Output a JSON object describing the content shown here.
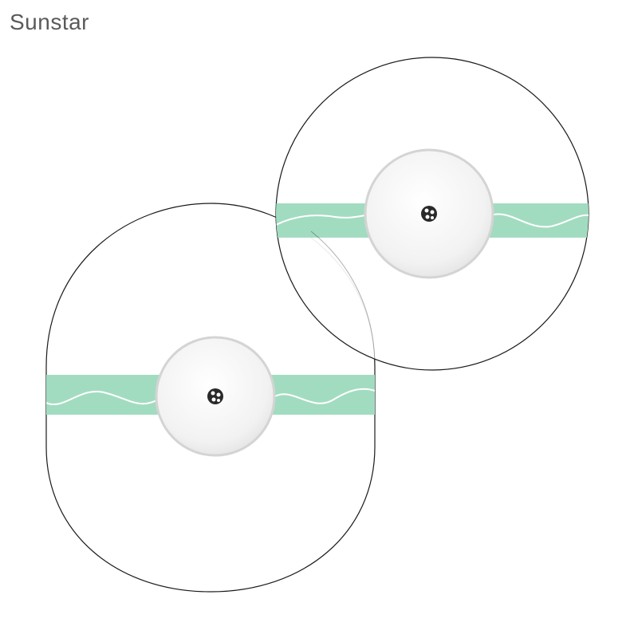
{
  "brand": {
    "watermark": "Sunstar"
  },
  "colors": {
    "background": "#ffffff",
    "patch_outline": "#1a1a1a",
    "tape_band": "#a2dcc0",
    "tape_wave": "#ffffff",
    "sensor_body": "#f2f2f2",
    "sensor_rim": "#d4d4d4",
    "sensor_center": "#2a2a2a"
  },
  "patches": [
    {
      "id": "round-patch",
      "shape": "circle"
    },
    {
      "id": "oval-patch",
      "shape": "oval"
    }
  ]
}
